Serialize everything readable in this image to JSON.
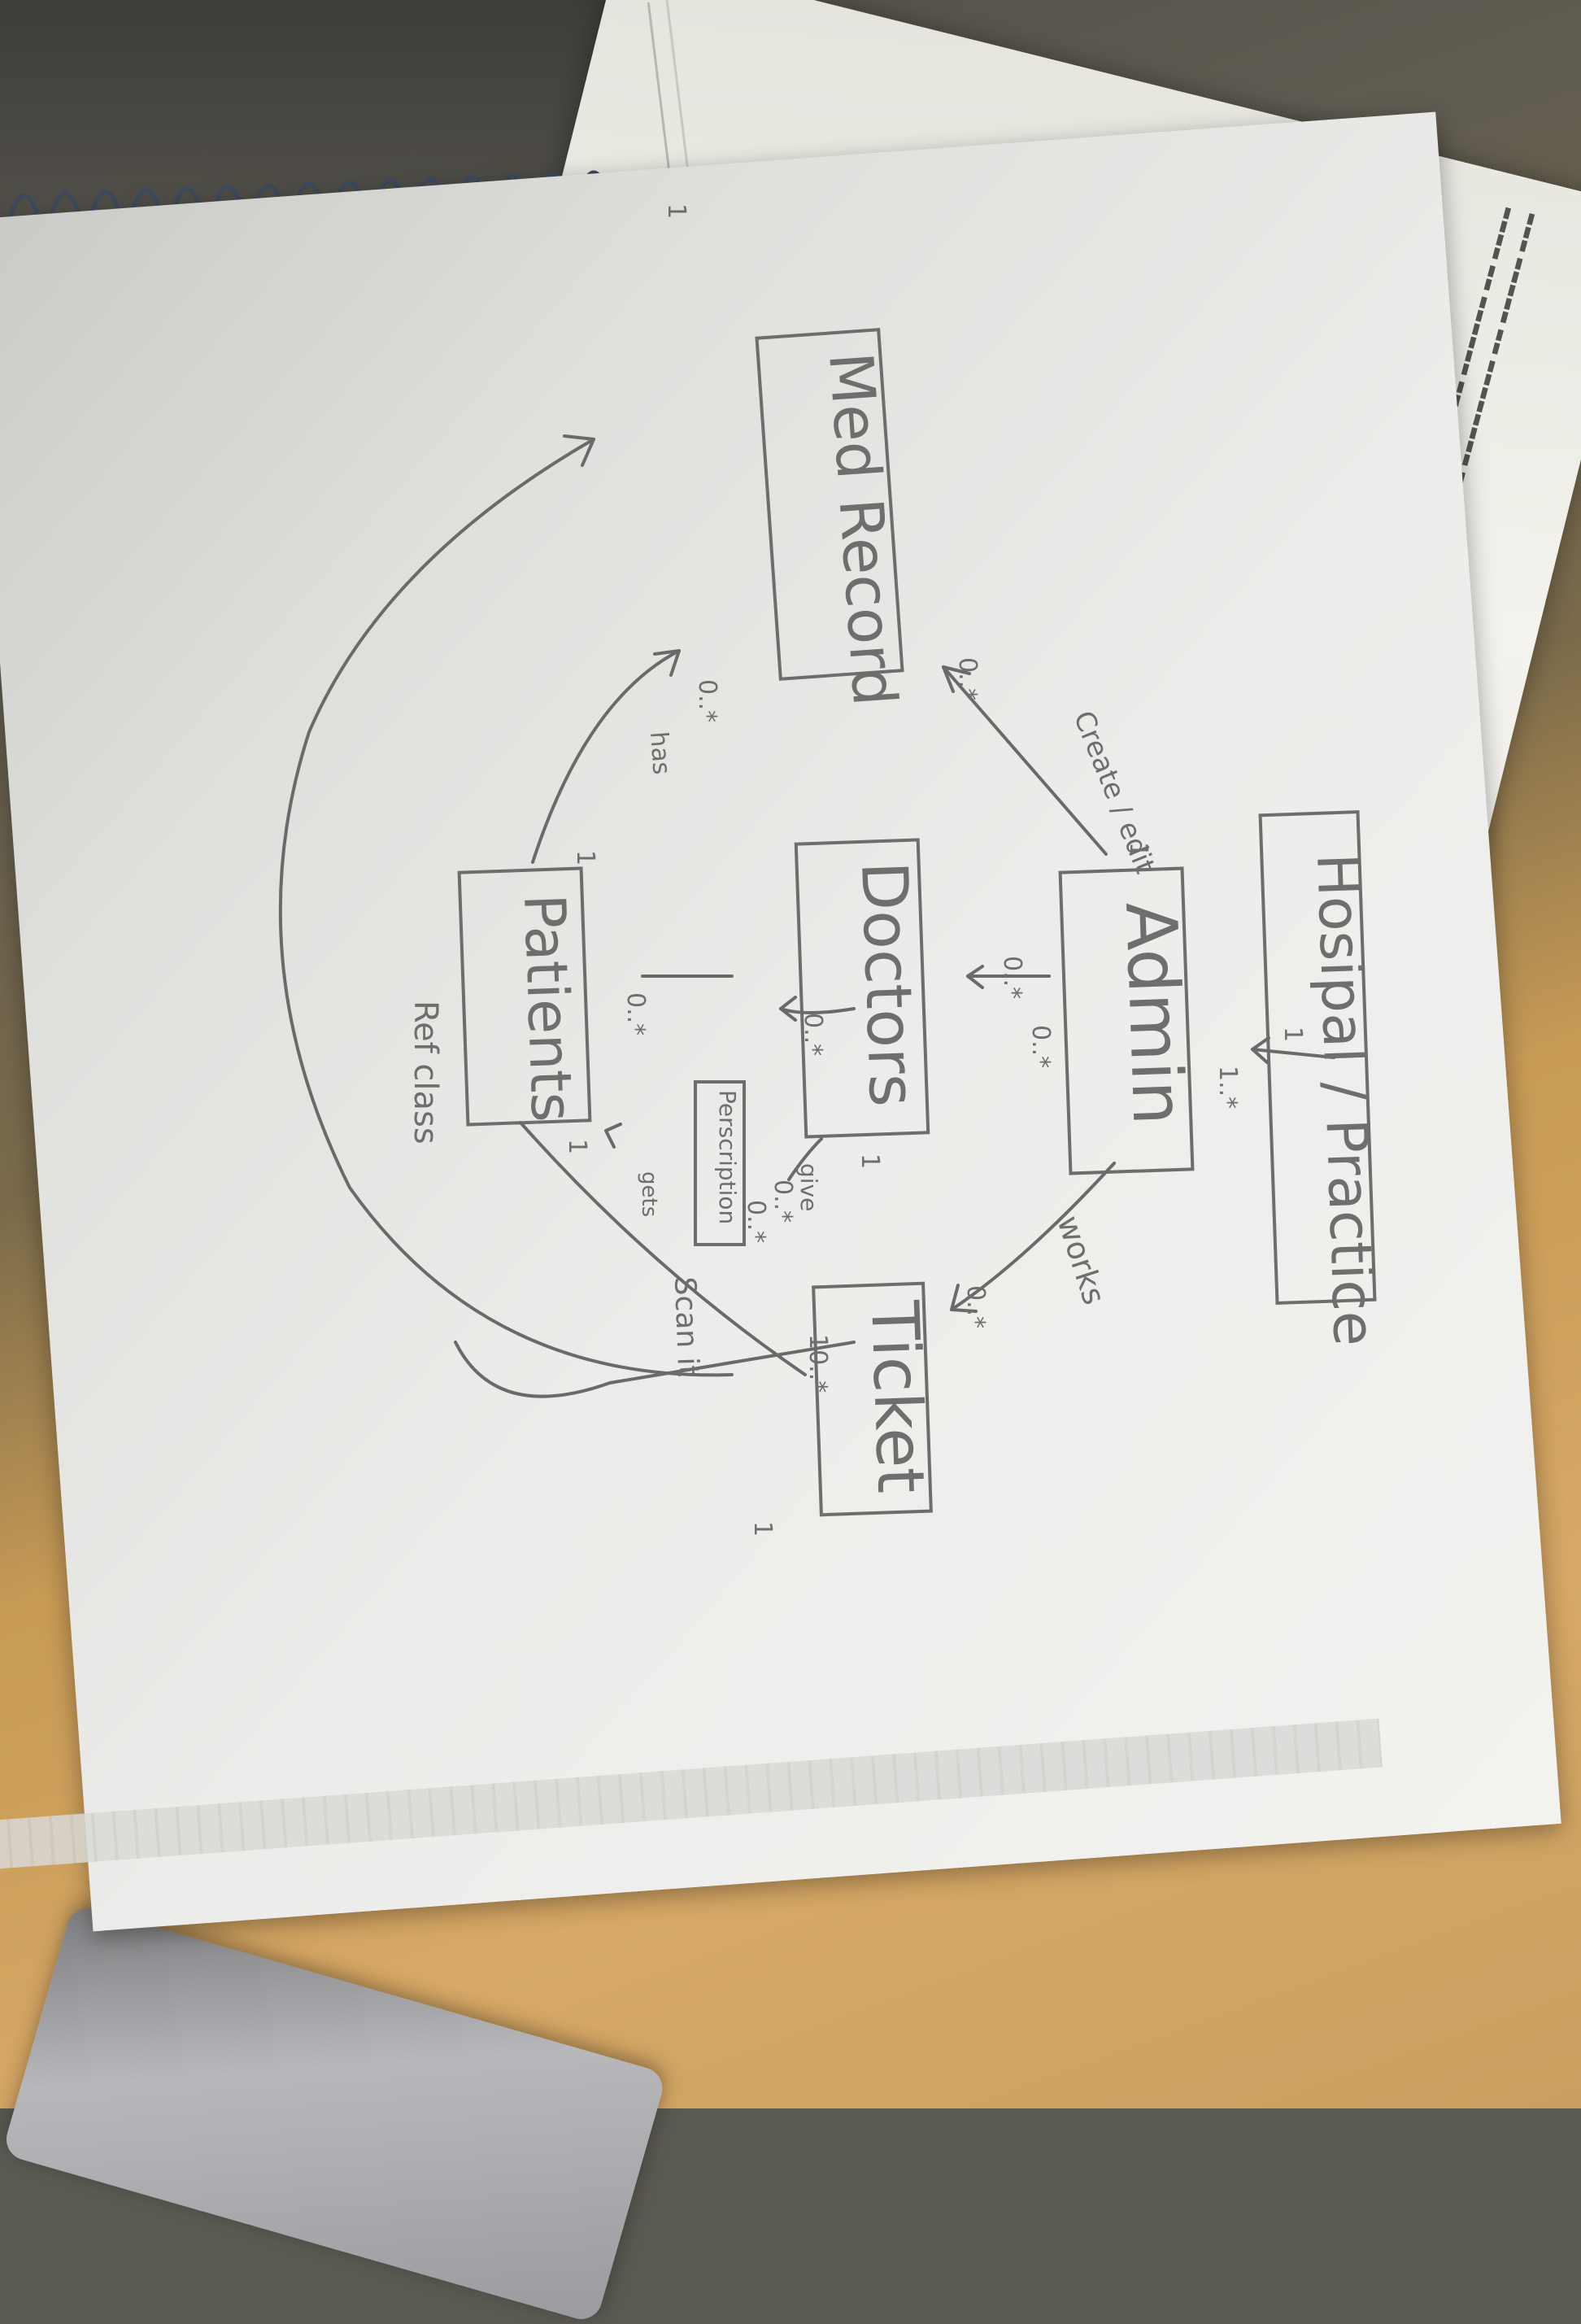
{
  "diagram": {
    "classes": {
      "hospital": "Hosipal / Practice",
      "admin": "Admin",
      "doctors": "Doctors",
      "patients": "Patients",
      "ticket": "Ticket",
      "med_record": "Med Record",
      "prescription": "Perscription"
    },
    "associations": {
      "create_edit": "Create / edit",
      "works": "works",
      "has": "has",
      "give": "give",
      "scan_it": "Scan it",
      "gets": "gets"
    },
    "multiplicities": {
      "hospital_one": "1",
      "hospital_many": "1..*",
      "admin_one": "1",
      "admin_zero_many": "0..*",
      "admin_zero_many_b": "0..*",
      "medrecord_zero_many": "0..*",
      "medrecord_one": "1",
      "medrecord_zero_many_b": "0..*",
      "ticket_zero_many": "0..*",
      "ticket_one": "1",
      "ticket_ten_many": "10..*",
      "doctors_zero_many": "0..*",
      "doctors_one": "1",
      "patients_zero_many": "0..*",
      "patients_one": "1",
      "patients_one_b": "1",
      "prescription_zero_many": "0..*",
      "prescription_zero_many_b": "0..*"
    },
    "caption": "Ref class"
  }
}
